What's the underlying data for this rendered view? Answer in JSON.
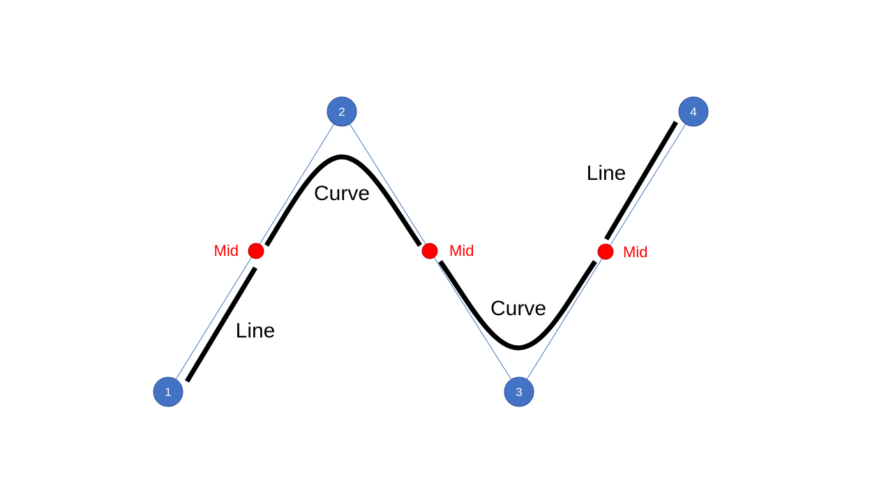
{
  "control_points": [
    {
      "label": "1"
    },
    {
      "label": "2"
    },
    {
      "label": "3"
    },
    {
      "label": "4"
    }
  ],
  "midpoints": [
    {
      "label": "Mid"
    },
    {
      "label": "Mid"
    },
    {
      "label": "Mid"
    }
  ],
  "segments": [
    {
      "label": "Line"
    },
    {
      "label": "Curve"
    },
    {
      "label": "Curve"
    },
    {
      "label": "Line"
    }
  ],
  "colors": {
    "control_point": "#4472c4",
    "midpoint": "#ff0000",
    "path": "#000000",
    "guide": "#4472c4"
  }
}
